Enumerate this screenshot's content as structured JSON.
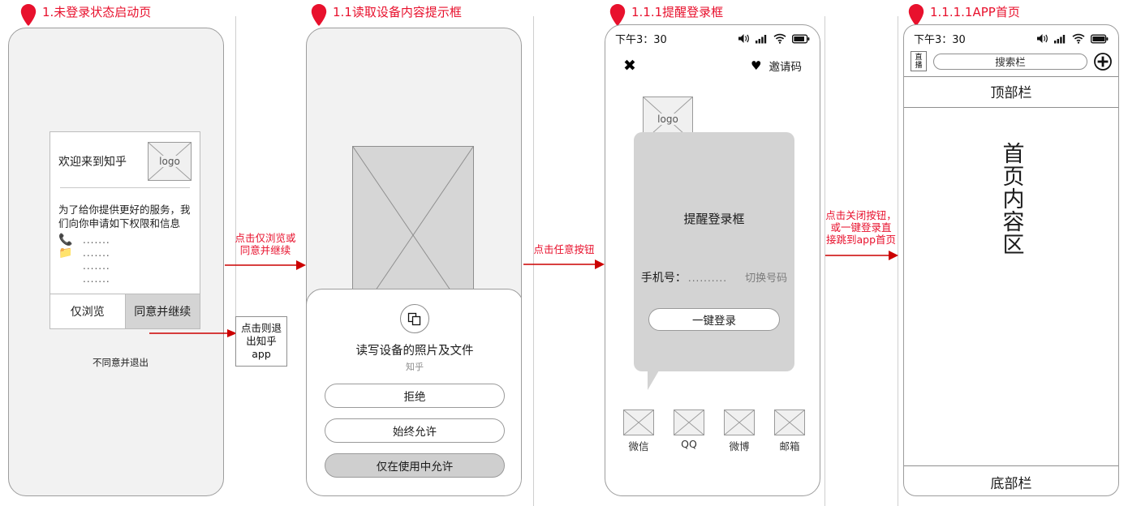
{
  "screens": [
    {
      "pin_title": "1.未登录状态启动页",
      "welcome": {
        "title": "欢迎来到知乎",
        "logo_label": "logo",
        "description": "为了给你提供更好的服务，我们向你申请如下权限和信息",
        "permission_rows": [
          {
            "icon": "phone-icon",
            "dots": "......."
          },
          {
            "icon": "folder-icon",
            "dots": "......."
          },
          {
            "icon": "",
            "dots": "......."
          },
          {
            "icon": "",
            "dots": "......."
          }
        ],
        "btn_browse": "仅浏览",
        "btn_agree": "同意并继续"
      },
      "exit_note": "不同意并退出"
    },
    {
      "pin_title": "1.1读取设备内容提示框",
      "permission_sheet": {
        "icon_name": "files-icon",
        "title": "读写设备的照片及文件",
        "subtitle": "知乎",
        "buttons": [
          "拒绝",
          "始终允许",
          "仅在使用中允许"
        ]
      }
    },
    {
      "pin_title": "1.1.1提醒登录框",
      "statusbar": {
        "time": "下午3：30",
        "icons": [
          "volume-icon",
          "signal-icon",
          "wifi-icon",
          "battery-icon"
        ]
      },
      "topbar": {
        "close": "✖",
        "heart": "♥",
        "invite": "邀请码"
      },
      "logo_label": "logo",
      "bubble": {
        "title": "提醒登录框",
        "phone_label": "手机号：",
        "phone_dots": "..........",
        "switch_number": "切换号码",
        "login_button": "一键登录"
      },
      "socials": [
        {
          "label": "微信"
        },
        {
          "label": "QQ"
        },
        {
          "label": "微博"
        },
        {
          "label": "邮箱"
        }
      ]
    },
    {
      "pin_title": "1.1.1.1APP首页",
      "statusbar": {
        "time": "下午3：30",
        "icons": [
          "volume-icon",
          "signal-icon",
          "wifi-icon",
          "battery-icon"
        ]
      },
      "search_row": {
        "live_label": "直播",
        "search_placeholder": "搜索栏",
        "plus_icon": "plus-circle-icon"
      },
      "top_band": "顶部栏",
      "content_text": "首页内容区",
      "bottom_band": "底部栏"
    }
  ],
  "flows": [
    {
      "label": "点击仅浏览或\n同意并继续"
    },
    {
      "label": "点击任意按钮"
    },
    {
      "label": "点击关闭按钮，\n或一键登录直\n接跳到app首页"
    }
  ],
  "notes": [
    {
      "text": "点击则退\n出知乎app"
    }
  ],
  "colors": {
    "accent": "#e8112d",
    "frame": "#9d9d9d",
    "screen_bg": "#f2f2f2",
    "fill_gray": "#d3d3d3"
  }
}
